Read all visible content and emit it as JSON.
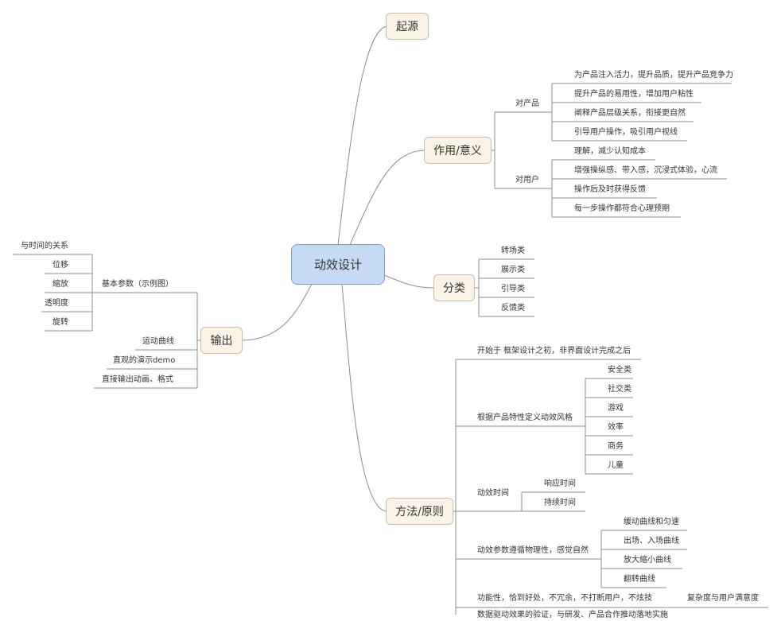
{
  "root": "动效设计",
  "branches": {
    "origin": "起源",
    "role": "作用/意义",
    "category": "分类",
    "output": "输出",
    "method": "方法/原则"
  },
  "role": {
    "for_product": "对产品",
    "product_items": [
      "为产品注入活力，提升品质，提升产品竞争力",
      "提升产品的易用性，增加用户粘性",
      "阐释产品层级关系，衔接更自然",
      "引导用户操作，吸引用户视线"
    ],
    "for_user": "对用户",
    "user_items": [
      "理解，减少认知成本",
      "增强操纵感、带入感，沉浸式体验，心流",
      "操作后及时获得反馈",
      "每一步操作都符合心理预期"
    ]
  },
  "category": {
    "items": [
      "转场类",
      "展示类",
      "引导类",
      "反馈类"
    ]
  },
  "output": {
    "basic_params": "基本参数（示例图）",
    "params": [
      "与时间的关系",
      "位移",
      "缩放",
      "透明度",
      "旋转"
    ],
    "others": [
      "运动曲线",
      "直观的演示demo",
      "直接输出动画、格式"
    ]
  },
  "method": {
    "start": "开始于 框架设计之初，非界面设计完成之后",
    "style": "根据产品特性定义动效风格",
    "style_items": [
      "安全类",
      "社交类",
      "游戏",
      "效率",
      "商务",
      "儿童"
    ],
    "timing": "动效时间",
    "timing_items": [
      "响应时间",
      "持续时间"
    ],
    "physics": "动效参数遵循物理性，感觉自然",
    "physics_items": [
      "缓动曲线和匀速",
      "出场、入场曲线",
      "放大缩小曲线",
      "翻转曲线"
    ],
    "functional": "功能性，恰到好处，不冗余，不打断用户，不炫技",
    "functional_sub": "复杂度与用户满意度",
    "cutoff": "数据驱动效果的验证，与研发、产品合作推动落地实施"
  }
}
